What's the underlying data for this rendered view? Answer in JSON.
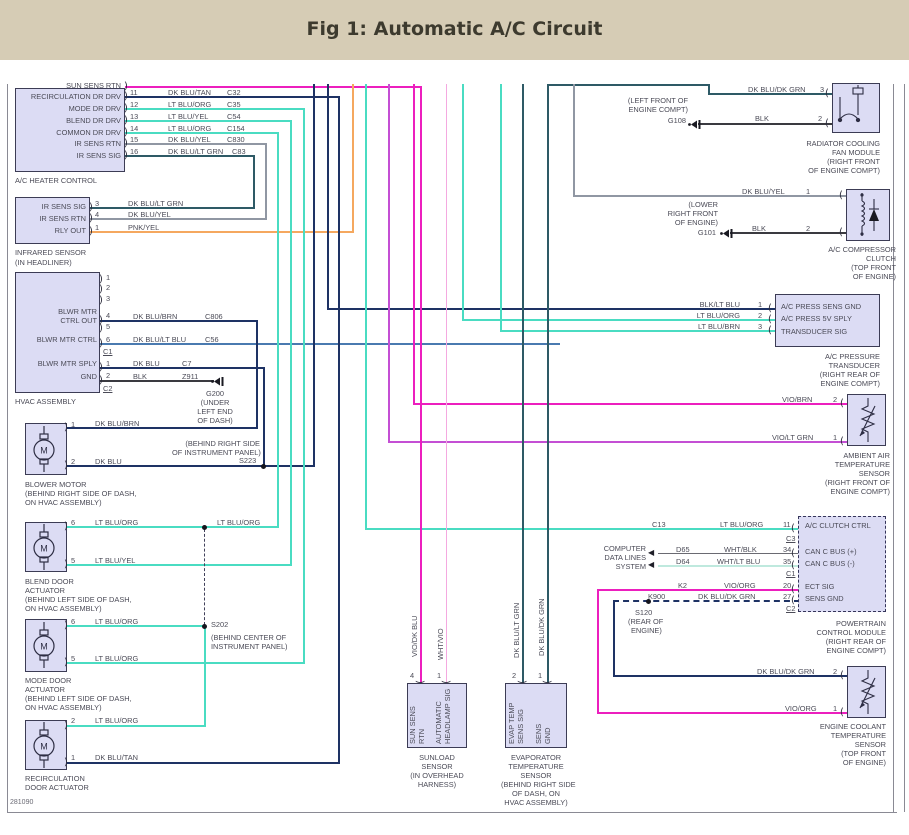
{
  "header": {
    "title": "Fig 1: Automatic A/C Circuit"
  },
  "footer": {
    "diagram_id": "281090"
  },
  "colors": {
    "dk_blu": "#1e3264",
    "lt_blu": "#4adcc2",
    "vio": "#ec1fbe",
    "vio_lt": "#c44fd4",
    "wht_vio": "#f4a9e0",
    "wht_lt_blu": "#bfe9de",
    "wht_blk": "#6a6a72",
    "dk_teal": "#2e5a66",
    "dk_blu_yel": "#9097a3",
    "dk_blu_lt_blu": "#4a7ab0",
    "pnk_yel": "#f5a85f",
    "blk": "#3a3a40",
    "box_fill": "#dcdcf4",
    "box_border": "#3c3c55",
    "header_bg": "#d6ccb5",
    "frame": "#8a8a94"
  },
  "c": {
    "heater": {
      "caption": "A/C HEATER CONTROL",
      "rows": [
        {
          "name": "SUN SENS RTN",
          "pin": "",
          "wire": "",
          "ckt": ""
        },
        {
          "name": "RECIRCULATION DR DRV",
          "pin": "11",
          "wire": "DK BLU/TAN",
          "ckt": "C32"
        },
        {
          "name": "MODE DR DRV",
          "pin": "12",
          "wire": "LT BLU/ORG",
          "ckt": "C35"
        },
        {
          "name": "BLEND DR DRV",
          "pin": "13",
          "wire": "LT BLU/YEL",
          "ckt": "C54"
        },
        {
          "name": "COMMON DR DRV",
          "pin": "14",
          "wire": "LT BLU/ORG",
          "ckt": "C154"
        },
        {
          "name": "IR SENS RTN",
          "pin": "15",
          "wire": "DK BLU/YEL",
          "ckt": "C830"
        },
        {
          "name": "IR SENS SIG",
          "pin": "16",
          "wire": "DK BLU/LT GRN",
          "ckt": "C83"
        }
      ]
    },
    "ir": {
      "caption": [
        "INFRARED SENSOR",
        "(IN HEADLINER)"
      ],
      "rows": [
        {
          "name": "IR SENS SIG",
          "pin": "3",
          "wire": "DK BLU/LT GRN"
        },
        {
          "name": "IR SENS RTN",
          "pin": "4",
          "wire": "DK BLU/YEL"
        },
        {
          "name": "RLY OUT",
          "pin": "1",
          "wire": "PNK/YEL"
        }
      ]
    },
    "hvac": {
      "caption": "HVAC ASSEMBLY",
      "top_pins": [
        "1",
        "2",
        "3"
      ],
      "pin5": "5",
      "conn1": "C1",
      "conn2": "C2",
      "rows": [
        {
          "name": [
            "BLWR MTR",
            "CTRL OUT"
          ],
          "pin": "4",
          "wire": "DK BLU/BRN",
          "ckt": "C806"
        },
        {
          "name": "BLWR MTR CTRL",
          "pin": "6",
          "wire": "DK BLU/LT BLU",
          "ckt": "C56"
        },
        {
          "name": "BLWR MTR SPLY",
          "pin": "1",
          "wire": "DK BLU",
          "ckt": "C7"
        },
        {
          "name": "GND",
          "pin": "2",
          "wire": "BLK",
          "ckt": "Z911"
        }
      ],
      "ground": {
        "id": "G200",
        "loc": [
          "(UNDER",
          "LEFT END",
          "OF DASH)"
        ]
      }
    },
    "blower": {
      "caption": [
        "BLOWER MOTOR",
        "(BEHIND RIGHT SIDE OF DASH,",
        "ON HVAC ASSEMBLY)"
      ],
      "rows": [
        {
          "pin": "1",
          "wire": "DK BLU/BRN"
        },
        {
          "pin": "2",
          "wire": "DK BLU"
        }
      ],
      "splice": {
        "id": "S223",
        "loc": [
          "(BEHIND RIGHT SIDE",
          "OF INSTRUMENT PANEL)"
        ]
      }
    },
    "blend": {
      "caption": [
        "BLEND DOOR",
        "ACTUATOR",
        "(BEHIND LEFT SIDE OF DASH,",
        "ON HVAC ASSEMBLY)"
      ],
      "rows": [
        {
          "pin": "6",
          "wire": "LT BLU/ORG",
          "wire2": "LT BLU/ORG"
        },
        {
          "pin": "5",
          "wire": "LT BLU/YEL"
        }
      ]
    },
    "mode": {
      "caption": [
        "MODE DOOR",
        "ACTUATOR",
        "(BEHIND LEFT SIDE OF DASH,",
        "ON HVAC ASSEMBLY)"
      ],
      "rows": [
        {
          "pin": "6",
          "wire": "LT BLU/ORG"
        },
        {
          "pin": "5",
          "wire": "LT BLU/ORG"
        }
      ],
      "splice": {
        "id": "S202",
        "loc": [
          "(BEHIND CENTER OF",
          "INSTRUMENT PANEL)"
        ]
      }
    },
    "recirc": {
      "caption": [
        "RECIRCULATION",
        "DOOR ACTUATOR"
      ],
      "rows": [
        {
          "pin": "2",
          "wire": "LT BLU/ORG"
        },
        {
          "pin": "1",
          "wire": "DK BLU/TAN"
        }
      ]
    },
    "sunload": {
      "caption": [
        "SUNLOAD",
        "SENSOR",
        "(IN OVERHEAD",
        "HARNESS)"
      ],
      "rows": [
        {
          "pin": "4",
          "name": [
            "SUN SENS",
            "RTN"
          ],
          "wire": "VIO/DK BLU"
        },
        {
          "pin": "1",
          "name": [
            "AUTOMATIC",
            "HEADLAMP SIG"
          ],
          "wire": "WHT/VIO"
        }
      ]
    },
    "evap": {
      "caption": [
        "EVAPORATOR",
        "TEMPERATURE",
        "SENSOR",
        "(BEHIND RIGHT SIDE",
        "OF DASH, ON",
        "HVAC ASSEMBLY)"
      ],
      "rows": [
        {
          "pin": "2",
          "name": [
            "EVAP TEMP",
            "SENS SIG"
          ],
          "wire": "DK BLU/LT GRN"
        },
        {
          "pin": "1",
          "name": [
            "SENS",
            "GND"
          ],
          "wire": "DK BLU/DK GRN"
        }
      ]
    },
    "fan": {
      "caption": [
        "RADIATOR COOLING",
        "FAN MODULE",
        "(RIGHT FRONT",
        "OF ENGINE COMPT)"
      ],
      "rows": [
        {
          "pin": "3",
          "wire": "DK BLU/DK GRN"
        },
        {
          "pin": "2",
          "wire": "BLK"
        }
      ],
      "ground": {
        "id": "G108",
        "loc": [
          "(LEFT FRONT OF",
          "ENGINE COMPT)"
        ]
      }
    },
    "clutch": {
      "caption": [
        "A/C COMPRESSOR",
        "CLUTCH",
        "(TOP FRONT",
        "OF ENGINE)"
      ],
      "rows": [
        {
          "pin": "1",
          "wire": "DK BLU/YEL"
        },
        {
          "pin": "2",
          "wire": "BLK"
        }
      ],
      "ground": {
        "id": "G101",
        "loc": [
          "(LOWER",
          "RIGHT FRONT",
          "OF ENGINE)"
        ]
      }
    },
    "xducer": {
      "caption": [
        "A/C PRESSURE",
        "TRANSDUCER",
        "(RIGHT REAR OF",
        "ENGINE COMPT)"
      ],
      "rows": [
        {
          "pin": "1",
          "wire": "BLK/LT BLU",
          "name": "A/C PRESS SENS GND"
        },
        {
          "pin": "2",
          "wire": "LT BLU/ORG",
          "name": "A/C PRESS 5V SPLY"
        },
        {
          "pin": "3",
          "wire": "LT BLU/BRN",
          "name": "TRANSDUCER SIG"
        }
      ]
    },
    "ambient": {
      "caption": [
        "AMBIENT AIR",
        "TEMPERATURE",
        "SENSOR",
        "(RIGHT FRONT OF",
        "ENGINE COMPT)"
      ],
      "rows": [
        {
          "pin": "2",
          "wire": "VIO/BRN"
        },
        {
          "pin": "1",
          "wire": "VIO/LT GRN"
        }
      ]
    },
    "pcm": {
      "caption": [
        "POWERTRAIN",
        "CONTROL MODULE",
        "(RIGHT REAR OF",
        "ENGINE COMPT)"
      ],
      "rows": [
        {
          "pin": "11",
          "name": "A/C CLUTCH CTRL",
          "ckt": "C13",
          "wire": "LT BLU/ORG",
          "conn": "C3"
        },
        {
          "pin": "34",
          "name": "CAN C BUS (+)",
          "ckt": "D65",
          "wire": "WHT/BLK"
        },
        {
          "pin": "35",
          "name": "CAN C BUS (-)",
          "ckt": "D64",
          "wire": "WHT/LT BLU",
          "conn": "C1"
        },
        {
          "pin": "20",
          "name": "ECT SIG",
          "ckt": "K2",
          "wire": "VIO/ORG"
        },
        {
          "pin": "27",
          "name": "SENS GND",
          "ckt": "K900",
          "wire": "DK BLU/DK GRN",
          "conn": "C2"
        }
      ],
      "datalines": [
        "COMPUTER",
        "DATA LINES",
        "SYSTEM"
      ],
      "splice": {
        "id": "S120",
        "loc": [
          "(REAR OF",
          "ENGINE)"
        ]
      }
    },
    "coolant": {
      "caption": [
        "ENGINE COOLANT",
        "TEMPERATURE",
        "SENSOR",
        "(TOP FRONT",
        "OF ENGINE)"
      ],
      "rows": [
        {
          "pin": "2",
          "wire": "DK BLU/DK GRN"
        },
        {
          "pin": "1",
          "wire": "VIO/ORG"
        }
      ]
    }
  }
}
